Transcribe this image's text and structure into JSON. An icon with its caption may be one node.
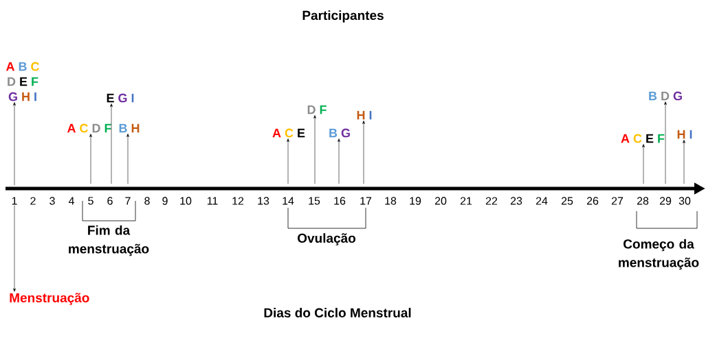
{
  "diagram": {
    "title": "Participantes",
    "caption": "Dias do Ciclo Menstrual",
    "nodes": [
      {
        "text": [
          "A",
          "B",
          "C",
          "D",
          "E",
          "F",
          "G",
          "H",
          "I"
        ]
      },
      {
        "text": [
          "A",
          "C",
          "D",
          "F"
        ]
      },
      {
        "text": [
          "E",
          "G",
          "I"
        ]
      },
      {
        "text": [
          "B",
          "H"
        ]
      },
      {
        "text": [
          "A",
          "C",
          "E"
        ]
      },
      {
        "text": [
          "D",
          "F"
        ]
      },
      {
        "text": [
          "B",
          "G"
        ]
      },
      {
        "text": [
          "H",
          "I"
        ]
      },
      {
        "text": [
          "A",
          "C",
          "E",
          "F"
        ]
      },
      {
        "text": [
          "B",
          "D",
          "G"
        ]
      },
      {
        "text": [
          "H",
          "I"
        ]
      },
      {
        "text": [
          "1"
        ]
      },
      {
        "text": [
          "Menstruação"
        ]
      }
    ],
    "edges": [
      {
        "from": 11,
        "to": 0,
        "arrow": "to"
      },
      {
        "from": null,
        "to": 1,
        "arrow": "to"
      },
      {
        "from": null,
        "to": 2,
        "arrow": "to"
      },
      {
        "from": null,
        "to": 3,
        "arrow": "to"
      },
      {
        "from": null,
        "to": 4,
        "arrow": "to"
      },
      {
        "from": null,
        "to": 5,
        "arrow": "to"
      },
      {
        "from": null,
        "to": 6,
        "arrow": "to"
      },
      {
        "from": null,
        "to": 7,
        "arrow": "to"
      },
      {
        "from": null,
        "to": 8,
        "arrow": "to"
      },
      {
        "from": null,
        "to": 9,
        "arrow": "to"
      },
      {
        "from": null,
        "to": 10,
        "arrow": "to"
      },
      {
        "from": 11,
        "to": 12,
        "arrow": "to"
      }
    ],
    "labels": [
      "2",
      "3",
      "4",
      "5",
      "6",
      "7",
      "8",
      "9",
      "10",
      "11",
      "12",
      "13",
      "14",
      "15",
      "16",
      "17",
      "18",
      "19",
      "20",
      "21",
      "22",
      "23",
      "24",
      "25",
      "26",
      "27",
      "28",
      "29",
      "30",
      "Fim da menstruação",
      "Ovulação",
      "Começo da menstruação"
    ]
  }
}
